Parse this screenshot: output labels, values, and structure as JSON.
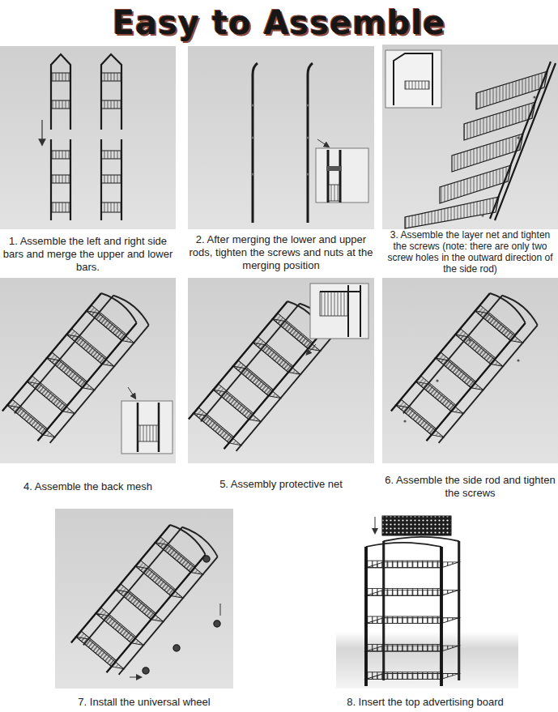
{
  "diagram": {
    "title": "Easy to Assemble",
    "labels": [
      "1. Assemble the left and right side bars and merge the upper and lower bars.",
      "2. After merging the lower and upper rods, tighten the screws and nuts at the merging position",
      "3. Assemble the layer net and tighten the screws (note: there are only two screw holes in the outward direction of the side rod)",
      "4. Assemble the back mesh",
      "5. Assembly protective net",
      "6. Assemble the side rod and tighten the screws",
      "7. Install the universal wheel",
      "8. Insert the top advertising board"
    ]
  }
}
